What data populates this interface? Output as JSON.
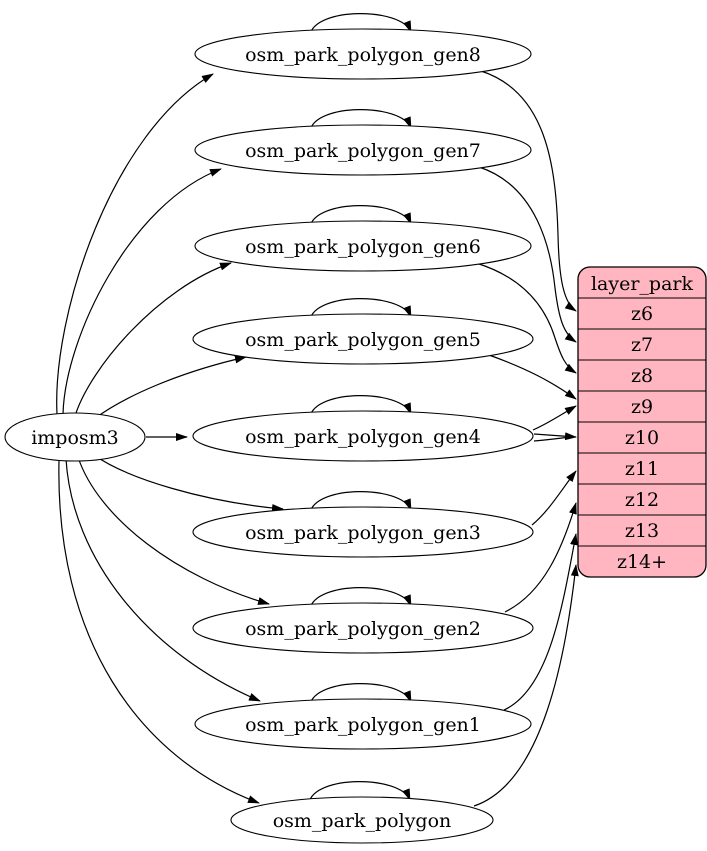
{
  "diagram": {
    "source_node": {
      "id": "imposm3",
      "label": "imposm3"
    },
    "tables": [
      {
        "id": "osm_park_polygon_gen8",
        "label": "osm_park_polygon_gen8"
      },
      {
        "id": "osm_park_polygon_gen7",
        "label": "osm_park_polygon_gen7"
      },
      {
        "id": "osm_park_polygon_gen6",
        "label": "osm_park_polygon_gen6"
      },
      {
        "id": "osm_park_polygon_gen5",
        "label": "osm_park_polygon_gen5"
      },
      {
        "id": "osm_park_polygon_gen4",
        "label": "osm_park_polygon_gen4"
      },
      {
        "id": "osm_park_polygon_gen3",
        "label": "osm_park_polygon_gen3"
      },
      {
        "id": "osm_park_polygon_gen2",
        "label": "osm_park_polygon_gen2"
      },
      {
        "id": "osm_park_polygon_gen1",
        "label": "osm_park_polygon_gen1"
      },
      {
        "id": "osm_park_polygon",
        "label": "osm_park_polygon"
      }
    ],
    "layer": {
      "title": "layer_park",
      "rows": [
        "z6",
        "z7",
        "z8",
        "z9",
        "z10",
        "z11",
        "z12",
        "z13",
        "z14+"
      ]
    },
    "edges": {
      "from_source": [
        "osm_park_polygon_gen8",
        "osm_park_polygon_gen7",
        "osm_park_polygon_gen6",
        "osm_park_polygon_gen5",
        "osm_park_polygon_gen4",
        "osm_park_polygon_gen3",
        "osm_park_polygon_gen2",
        "osm_park_polygon_gen1",
        "osm_park_polygon"
      ],
      "self_loops": [
        "osm_park_polygon_gen8",
        "osm_park_polygon_gen7",
        "osm_park_polygon_gen6",
        "osm_park_polygon_gen5",
        "osm_park_polygon_gen4",
        "osm_park_polygon_gen3",
        "osm_park_polygon_gen2",
        "osm_park_polygon_gen1",
        "osm_park_polygon"
      ],
      "to_layer": [
        {
          "from": "osm_park_polygon_gen8",
          "to": "z6"
        },
        {
          "from": "osm_park_polygon_gen7",
          "to": "z7"
        },
        {
          "from": "osm_park_polygon_gen6",
          "to": "z8"
        },
        {
          "from": "osm_park_polygon_gen5",
          "to": "z9"
        },
        {
          "from": "osm_park_polygon_gen4",
          "to": "z9"
        },
        {
          "from": "osm_park_polygon_gen4",
          "to": "z10"
        },
        {
          "from": "osm_park_polygon_gen3",
          "to": "z11"
        },
        {
          "from": "osm_park_polygon_gen2",
          "to": "z12"
        },
        {
          "from": "osm_park_polygon_gen1",
          "to": "z13"
        },
        {
          "from": "osm_park_polygon",
          "to": "z14+"
        }
      ]
    },
    "colors": {
      "layer_fill": "#ffb6c1",
      "layer_stroke": "#000000",
      "ellipse_fill": "#ffffff",
      "ellipse_stroke": "#000000",
      "edge": "#000000",
      "text": "#000000"
    }
  }
}
